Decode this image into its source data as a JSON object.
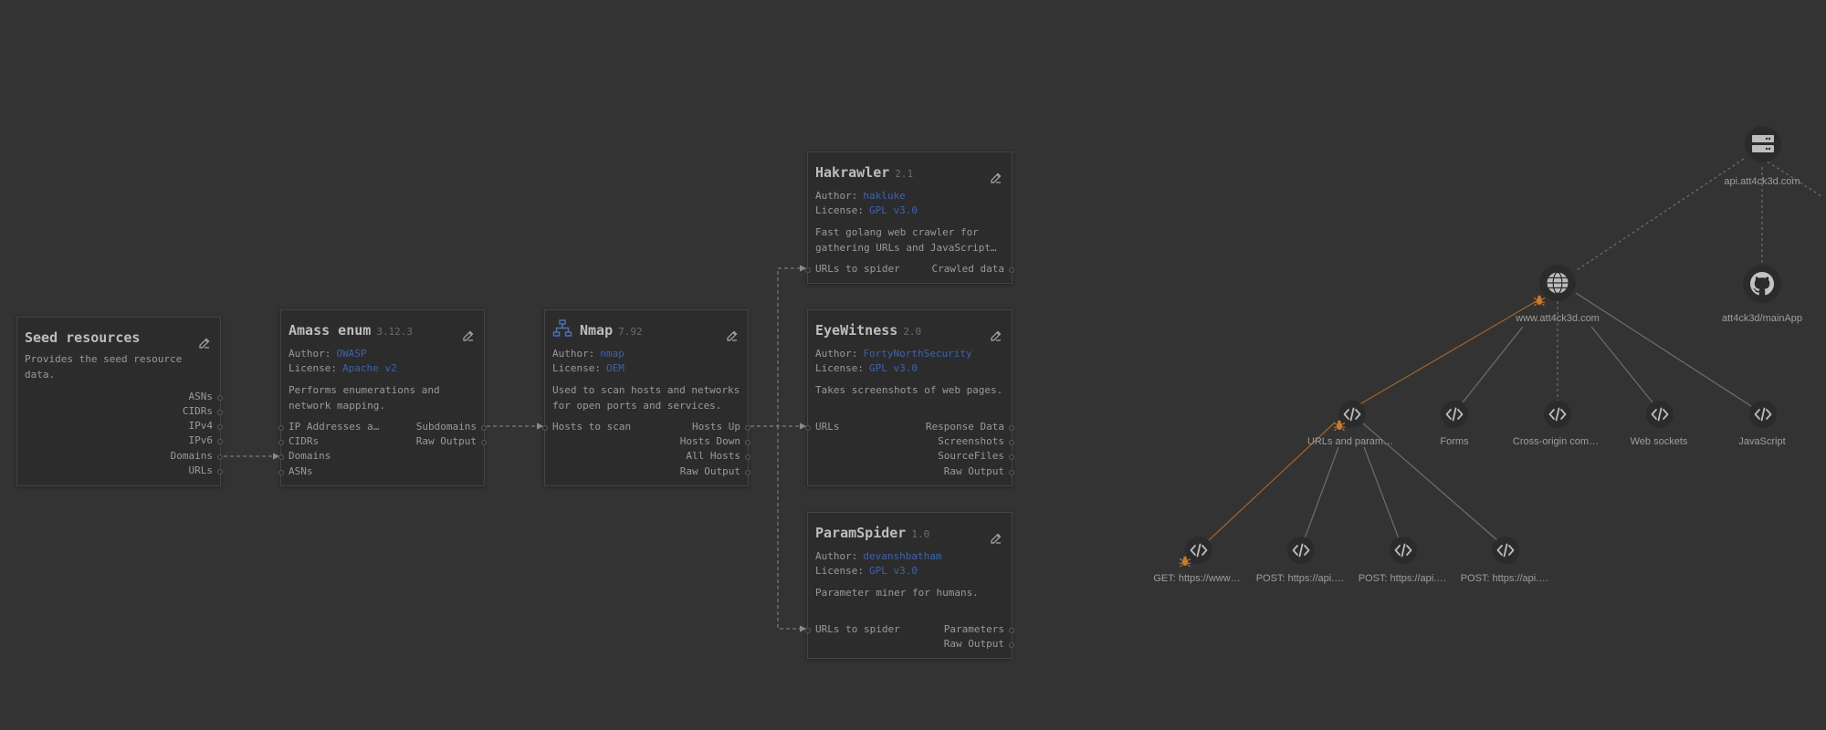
{
  "workflow": {
    "seed": {
      "title": "Seed resources",
      "description": "Provides the seed resource data.",
      "outputs": [
        "ASNs",
        "CIDRs",
        "IPv4",
        "IPv6",
        "Domains",
        "URLs"
      ]
    },
    "amass": {
      "title": "Amass enum",
      "version": "3.12.3",
      "author_label": "Author:",
      "author": "OWASP",
      "license_label": "License:",
      "license": "Apache v2",
      "description": "Performs enumerations and network mapping.",
      "inputs": [
        "IP Addresses a…",
        "CIDRs",
        "Domains",
        "ASNs"
      ],
      "outputs": [
        "Subdomains",
        "Raw Output"
      ]
    },
    "nmap": {
      "title": "Nmap",
      "version": "7.92",
      "author_label": "Author:",
      "author": "nmap",
      "license_label": "License:",
      "license": "OEM",
      "description": "Used to scan hosts and networks for open ports and services.",
      "inputs": [
        "Hosts to scan"
      ],
      "outputs": [
        "Hosts Up",
        "Hosts Down",
        "All Hosts",
        "Raw Output"
      ]
    },
    "hakrawler": {
      "title": "Hakrawler",
      "version": "2.1",
      "author_label": "Author:",
      "author": "hakluke",
      "license_label": "License:",
      "license": "GPL v3.0",
      "description": "Fast golang web crawler for gathering URLs and JavaScript…",
      "inputs": [
        "URLs to spider"
      ],
      "outputs": [
        "Crawled data"
      ]
    },
    "eyewitness": {
      "title": "EyeWitness",
      "version": "2.0",
      "author_label": "Author:",
      "author": "FortyNorthSecurity",
      "license_label": "License:",
      "license": "GPL v3.0",
      "description": "Takes screenshots of web pages.",
      "inputs": [
        "URLs"
      ],
      "outputs": [
        "Response Data",
        "Screenshots",
        "SourceFiles",
        "Raw Output"
      ]
    },
    "paramspider": {
      "title": "ParamSpider",
      "version": "1.0",
      "author_label": "Author:",
      "author": "devanshbatham",
      "license_label": "License:",
      "license": "GPL v3.0",
      "description": "Parameter miner for humans.",
      "inputs": [
        "URLs to spider"
      ],
      "outputs": [
        "Parameters",
        "Raw Output"
      ]
    }
  },
  "graph": {
    "api_host": "api.att4ck3d.com",
    "www_host": "www.att4ck3d.com",
    "repo": "att4ck3d/mainApp",
    "categories": [
      "URLs and param…",
      "Forms",
      "Cross-origin com…",
      "Web sockets",
      "JavaScript"
    ],
    "requests": [
      "GET: https://www…",
      "POST: https://api.…",
      "POST: https://api.…",
      "POST: https://api.…"
    ]
  },
  "colors": {
    "background": "#333333",
    "node_bg": "#2c2c2c",
    "link": "#3f63a8",
    "vuln": "#c97a2b",
    "wire": "#7a7a7a"
  }
}
